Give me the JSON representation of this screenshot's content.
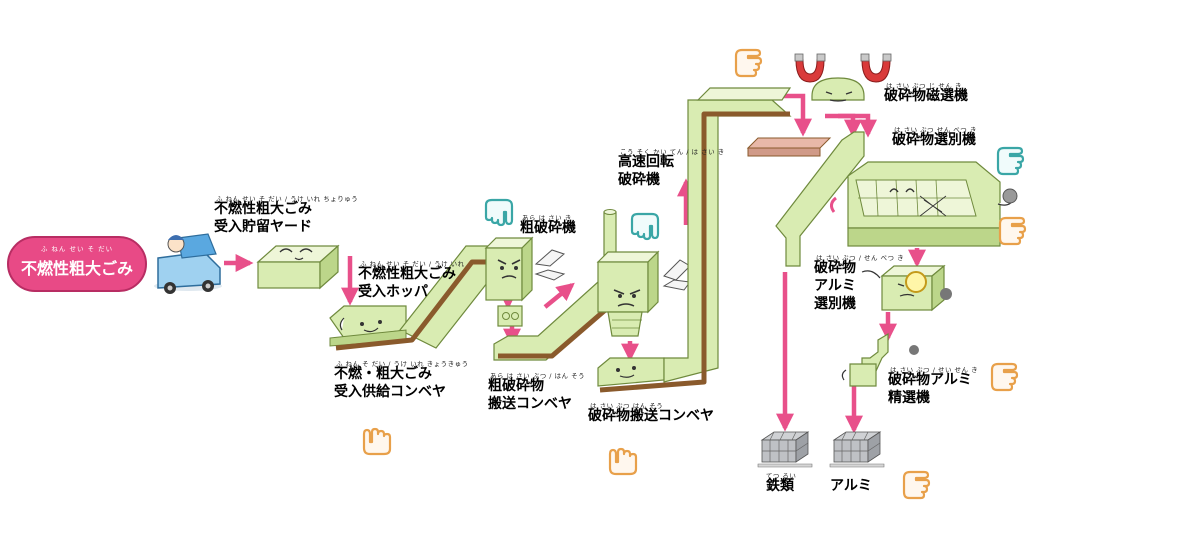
{
  "source": {
    "label": "不燃性粗大ごみ",
    "ruby": "ふ ねん せい そ だい"
  },
  "stages": [
    {
      "id": "yard",
      "label": "不燃性粗大ごみ\n受入貯留ヤード",
      "ruby": "ふ ねん せい そ だい    /    うけ いれ ちょりゅう"
    },
    {
      "id": "hopper",
      "label": "不燃性粗大ごみ\n受入ホッパ",
      "ruby": "ふ ねん せい そ だい  /  うけ いれ"
    },
    {
      "id": "feed-conveyor",
      "label": "不燃・粗大ごみ\n受入供給コンベヤ",
      "ruby": "ふ ねん    そ だい  /  うけ いれ きょうきゅう"
    },
    {
      "id": "coarse-crusher",
      "label": "粗破砕機",
      "ruby": "あら は さい き"
    },
    {
      "id": "coarse-conveyor",
      "label": "粗破砕物\n搬送コンベヤ",
      "ruby": "あら は さい ぶつ  /  はん そう"
    },
    {
      "id": "high-speed-crusher",
      "label": "高速回転\n破砕機",
      "ruby": "こう そく かい てん  /  は さい き"
    },
    {
      "id": "crushed-conveyor",
      "label": "破砕物搬送コンベヤ",
      "ruby": "は さい ぶつ はん そう"
    },
    {
      "id": "magnetic-separator",
      "label": "破砕物磁選機",
      "ruby": "は さい ぶつ じ せん き"
    },
    {
      "id": "sorter",
      "label": "破砕物選別機",
      "ruby": "は さい ぶつ せん べつ き"
    },
    {
      "id": "aluminum-sorter",
      "label": "破砕物\nアルミ\n選別機",
      "ruby": "は さい ぶつ  /  せん べつ き"
    },
    {
      "id": "aluminum-refiner",
      "label": "破砕物アルミ\n精選機",
      "ruby": "は さい ぶつ  /  せい せん き"
    }
  ],
  "outputs": [
    {
      "id": "iron",
      "label": "鉄類",
      "ruby": "てつ るい"
    },
    {
      "id": "aluminum",
      "label": "アルミ",
      "ruby": ""
    }
  ],
  "icons": {
    "truck": "garbage-truck-icon",
    "hand": "pointing-hand-icon",
    "magnet": "magnet-icon",
    "bale": "metal-bale-icon"
  },
  "colors": {
    "machine_fill": "#d9ecb2",
    "machine_edge": "#6f8a3d",
    "belt": "#8a5a2c",
    "arrow": "#e8508a",
    "source_pill": "#e84a86",
    "hand": "#e8a04a",
    "hand_teal": "#3aa6a6",
    "magnet": "#d93a3a",
    "bale": "#a9acb0"
  }
}
